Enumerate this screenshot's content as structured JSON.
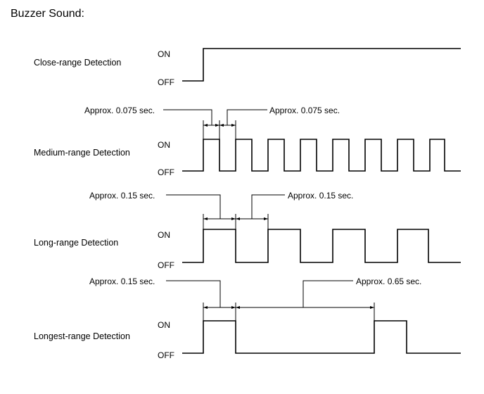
{
  "title": "Buzzer Sound:",
  "level_on": "ON",
  "level_off": "OFF",
  "rows": [
    {
      "label": "Close-range Detection"
    },
    {
      "label": "Medium-range Detection",
      "annotation_left": "Approx. 0.075 sec.",
      "annotation_right": "Approx. 0.075 sec."
    },
    {
      "label": "Long-range Detection",
      "annotation_left": "Approx. 0.15 sec.",
      "annotation_right": "Approx. 0.15 sec."
    },
    {
      "label": "Longest-range Detection",
      "annotation_left": "Approx. 0.15 sec.",
      "annotation_right": "Approx. 0.65 sec."
    }
  ]
}
